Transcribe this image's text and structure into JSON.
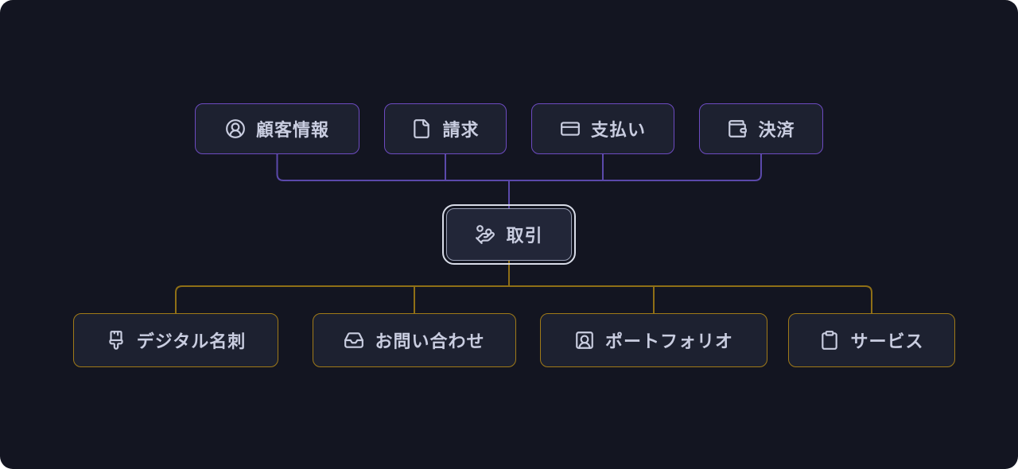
{
  "diagram": {
    "nodes": {
      "top": [
        {
          "label": "顧客情報",
          "icon": "circle-user-icon"
        },
        {
          "label": "請求",
          "icon": "file-icon"
        },
        {
          "label": "支払い",
          "icon": "credit-card-icon"
        },
        {
          "label": "決済",
          "icon": "wallet-icon"
        }
      ],
      "center": {
        "label": "取引",
        "icon": "hand-coins-icon"
      },
      "bottom": [
        {
          "label": "デジタル名刺",
          "icon": "paintbrush-icon"
        },
        {
          "label": "お問い合わせ",
          "icon": "inbox-icon"
        },
        {
          "label": "ポートフォリオ",
          "icon": "square-user-icon"
        },
        {
          "label": "サービス",
          "icon": "clipboard-icon"
        }
      ]
    },
    "colors": {
      "canvas_background": "#131521",
      "node_fill": "#1d2130",
      "purple_node_border": "#6d4bc1",
      "purple_connector": "#5b49ab",
      "gold_node_border": "#a07a18",
      "gold_connector": "#8f6f16",
      "center_node_ring": "#d8dce8",
      "text": "#c9cde0"
    }
  }
}
